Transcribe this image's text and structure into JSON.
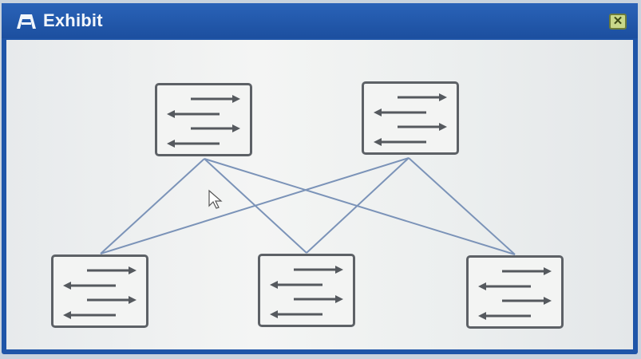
{
  "window": {
    "title": "Exhibit",
    "close_label": "✕",
    "colors": {
      "titlebar": "#1f55a8",
      "link": "#7b93b8",
      "switch_border": "#5d6166"
    }
  },
  "diagram": {
    "nodes": [
      {
        "id": "switch-top-left",
        "tier": "top",
        "icon": "switch-icon"
      },
      {
        "id": "switch-top-right",
        "tier": "top",
        "icon": "switch-icon"
      },
      {
        "id": "switch-bottom-left",
        "tier": "bottom",
        "icon": "switch-icon"
      },
      {
        "id": "switch-bottom-middle",
        "tier": "bottom",
        "icon": "switch-icon"
      },
      {
        "id": "switch-bottom-right",
        "tier": "bottom",
        "icon": "switch-icon"
      }
    ],
    "links": [
      [
        "switch-top-left",
        "switch-bottom-left"
      ],
      [
        "switch-top-left",
        "switch-bottom-middle"
      ],
      [
        "switch-top-left",
        "switch-bottom-right"
      ],
      [
        "switch-top-right",
        "switch-bottom-left"
      ],
      [
        "switch-top-right",
        "switch-bottom-middle"
      ],
      [
        "switch-top-right",
        "switch-bottom-right"
      ]
    ]
  }
}
